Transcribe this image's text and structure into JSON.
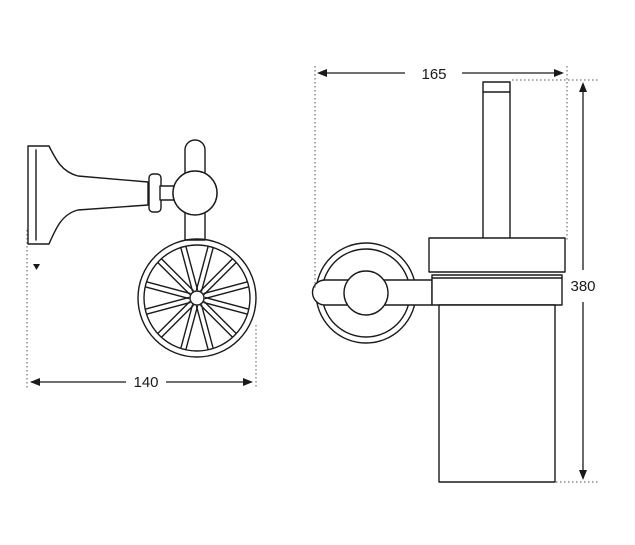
{
  "dimensions": {
    "width_side_view": "140",
    "width_front_view": "165",
    "height": "380"
  }
}
